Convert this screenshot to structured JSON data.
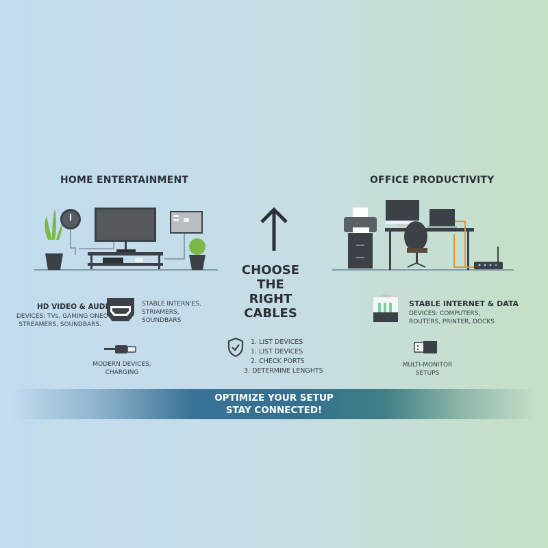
{
  "home": {
    "title": "HOME ENTERTAINMENT",
    "hdmi": {
      "title": "HD VIDEO & AUDIO",
      "line1": "DEVICES: TVs, GAMING ONEO E.",
      "line2": "STREAMERS, SOUNDBARS."
    },
    "right": {
      "line1": "STABLE INTERN'ES,",
      "line2": "STRIAMERS,",
      "line3": "SOUNDBARS"
    },
    "usbc": {
      "line1": "MODERN DEVICES,",
      "line2": "CHARGING"
    }
  },
  "center": {
    "title_lines": [
      "CHOOSE",
      "THE",
      "RIGHT",
      "CABLES"
    ],
    "steps": [
      "1. LIST DEVICES",
      "1. LIST DEVICES",
      "2. CHECK PORTS",
      "3. DETERMINE LENGHTS"
    ]
  },
  "office": {
    "title": "OFFICE PRODUCTIVITY",
    "ethernet": {
      "title": "STABLE INTERNET & DATA",
      "line1": "DEVICES: COMPUTERS,",
      "line2": "ROUTERS, PRINTER, DOCKS"
    },
    "display": {
      "line1": "MULTI-MONITOR",
      "line2": "SETUPS"
    }
  },
  "banner": {
    "line1": "OPTIMIZE YOUR SETUP",
    "line2": "STAY CONNECTED!"
  },
  "colors": {
    "dark": "#3c4147",
    "cable_orange": "#f0922b",
    "plant": "#7ab84a",
    "banner": "#34708e"
  }
}
